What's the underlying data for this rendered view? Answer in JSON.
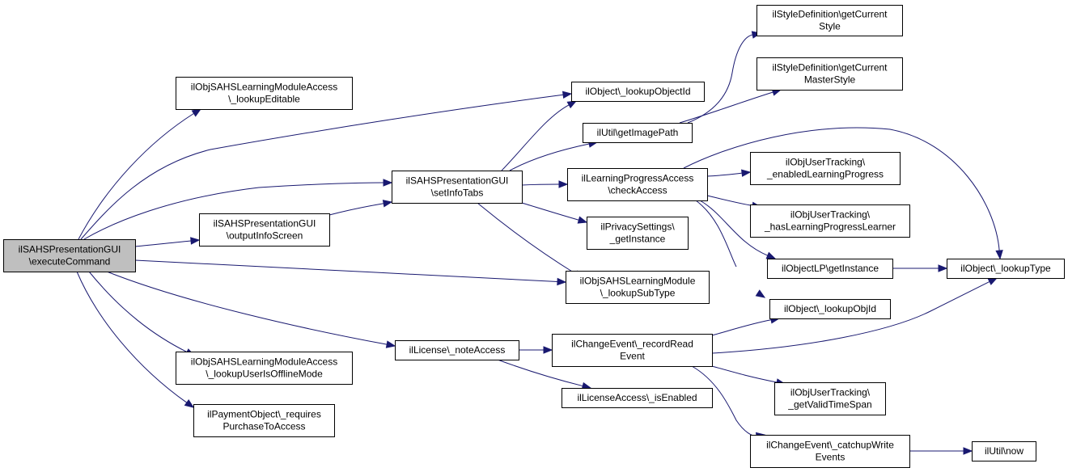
{
  "nodes": [
    {
      "id": "root",
      "lines": [
        "ilSAHSPresentationGUI",
        "\\executeCommand"
      ],
      "root": true
    },
    {
      "id": "lookupEditable",
      "lines": [
        "ilObjSAHSLearningModuleAccess",
        "\\_lookupEditable"
      ]
    },
    {
      "id": "setInfoTabs",
      "lines": [
        "ilSAHSPresentationGUI",
        "\\setInfoTabs"
      ]
    },
    {
      "id": "outputInfoScreen",
      "lines": [
        "ilSAHSPresentationGUI",
        "\\outputInfoScreen"
      ]
    },
    {
      "id": "lookupUserIsOfflineMode",
      "lines": [
        "ilObjSAHSLearningModuleAccess",
        "\\_lookupUserIsOfflineMode"
      ]
    },
    {
      "id": "requiresPurchase",
      "lines": [
        "ilPaymentObject\\_requires",
        "PurchaseToAccess"
      ]
    },
    {
      "id": "noteAccess",
      "lines": [
        "ilLicense\\_noteAccess"
      ]
    },
    {
      "id": "lookupObjectId",
      "lines": [
        "ilObject\\_lookupObjectId"
      ]
    },
    {
      "id": "getImagePath",
      "lines": [
        "ilUtil\\getImagePath"
      ]
    },
    {
      "id": "checkAccess",
      "lines": [
        "ilLearningProgressAccess",
        "\\checkAccess"
      ]
    },
    {
      "id": "privacyGetInstance",
      "lines": [
        "ilPrivacySettings\\",
        "_getInstance"
      ]
    },
    {
      "id": "lookupSubType",
      "lines": [
        "ilObjSAHSLearningModule",
        "\\_lookupSubType"
      ]
    },
    {
      "id": "recordReadEvent",
      "lines": [
        "ilChangeEvent\\_recordRead",
        "Event"
      ]
    },
    {
      "id": "licenseIsEnabled",
      "lines": [
        "ilLicenseAccess\\_isEnabled"
      ]
    },
    {
      "id": "getCurrentStyle",
      "lines": [
        "ilStyleDefinition\\getCurrent",
        "Style"
      ]
    },
    {
      "id": "getCurrentMasterStyle",
      "lines": [
        "ilStyleDefinition\\getCurrent",
        "MasterStyle"
      ]
    },
    {
      "id": "enabledLearningProgress",
      "lines": [
        "ilObjUserTracking\\",
        "_enabledLearningProgress"
      ]
    },
    {
      "id": "hasLearningProgressLearner",
      "lines": [
        "ilObjUserTracking\\",
        "_hasLearningProgressLearner"
      ]
    },
    {
      "id": "lpGetInstance",
      "lines": [
        "ilObjectLP\\getInstance"
      ]
    },
    {
      "id": "lookupObjId",
      "lines": [
        "ilObject\\_lookupObjId"
      ]
    },
    {
      "id": "getValidTimeSpan",
      "lines": [
        "ilObjUserTracking\\",
        "_getValidTimeSpan"
      ]
    },
    {
      "id": "catchupWriteEvents",
      "lines": [
        "ilChangeEvent\\_catchupWrite",
        "Events"
      ]
    },
    {
      "id": "lookupType",
      "lines": [
        "ilObject\\_lookupType"
      ]
    },
    {
      "id": "utilNow",
      "lines": [
        "ilUtil\\now"
      ]
    }
  ],
  "edges": [
    {
      "from": "root",
      "to": "lookupEditable"
    },
    {
      "from": "root",
      "to": "lookupObjectId"
    },
    {
      "from": "root",
      "to": "setInfoTabs"
    },
    {
      "from": "root",
      "to": "outputInfoScreen"
    },
    {
      "from": "root",
      "to": "lookupSubType"
    },
    {
      "from": "root",
      "to": "noteAccess"
    },
    {
      "from": "root",
      "to": "lookupUserIsOfflineMode"
    },
    {
      "from": "root",
      "to": "requiresPurchase"
    },
    {
      "from": "outputInfoScreen",
      "to": "setInfoTabs"
    },
    {
      "from": "setInfoTabs",
      "to": "lookupObjectId"
    },
    {
      "from": "setInfoTabs",
      "to": "getImagePath"
    },
    {
      "from": "setInfoTabs",
      "to": "checkAccess"
    },
    {
      "from": "setInfoTabs",
      "to": "privacyGetInstance"
    },
    {
      "from": "setInfoTabs",
      "to": "lookupSubType"
    },
    {
      "from": "getImagePath",
      "to": "getCurrentStyle"
    },
    {
      "from": "getImagePath",
      "to": "getCurrentMasterStyle"
    },
    {
      "from": "checkAccess",
      "to": "lookupType"
    },
    {
      "from": "checkAccess",
      "to": "enabledLearningProgress"
    },
    {
      "from": "checkAccess",
      "to": "hasLearningProgressLearner"
    },
    {
      "from": "checkAccess",
      "to": "lpGetInstance"
    },
    {
      "from": "checkAccess",
      "to": "lookupObjId"
    },
    {
      "from": "lpGetInstance",
      "to": "lookupType"
    },
    {
      "from": "noteAccess",
      "to": "recordReadEvent"
    },
    {
      "from": "noteAccess",
      "to": "licenseIsEnabled"
    },
    {
      "from": "recordReadEvent",
      "to": "lookupObjId"
    },
    {
      "from": "recordReadEvent",
      "to": "lookupType"
    },
    {
      "from": "recordReadEvent",
      "to": "getValidTimeSpan"
    },
    {
      "from": "recordReadEvent",
      "to": "catchupWriteEvents"
    },
    {
      "from": "catchupWriteEvents",
      "to": "utilNow"
    }
  ],
  "colors": {
    "edge": "#191970",
    "root_fill": "#bfbfbf",
    "node_fill": "#ffffff",
    "node_border": "#000000"
  }
}
